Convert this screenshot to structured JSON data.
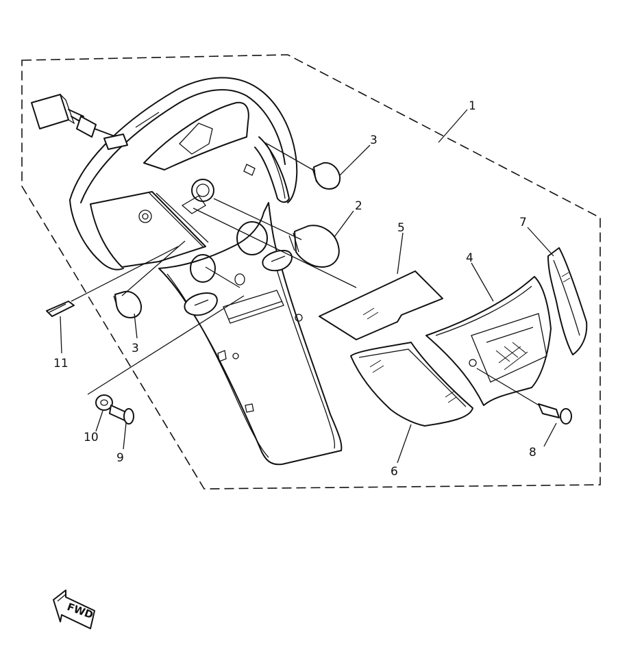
{
  "callouts": [
    {
      "id": "1",
      "label": "1"
    },
    {
      "id": "2",
      "label": "2"
    },
    {
      "id": "3a",
      "label": "3"
    },
    {
      "id": "3b",
      "label": "3"
    },
    {
      "id": "4",
      "label": "4"
    },
    {
      "id": "5",
      "label": "5"
    },
    {
      "id": "6",
      "label": "6"
    },
    {
      "id": "7",
      "label": "7"
    },
    {
      "id": "8",
      "label": "8"
    },
    {
      "id": "9",
      "label": "9"
    },
    {
      "id": "10",
      "label": "10"
    },
    {
      "id": "11",
      "label": "11"
    }
  ],
  "fwd_label": "FWD"
}
